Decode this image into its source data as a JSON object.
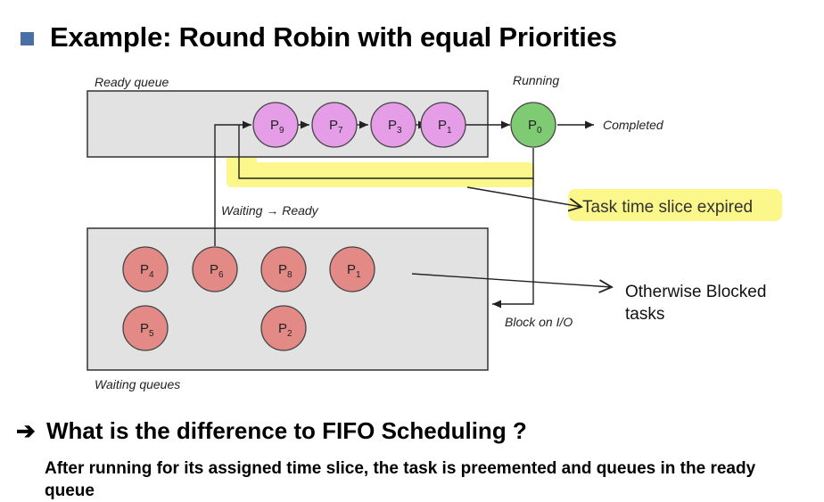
{
  "title": "Example: Round Robin with equal Priorities",
  "diagram": {
    "ready_queue_label": "Ready queue",
    "running_label": "Running",
    "completed_label": "Completed",
    "waiting_ready_label": "Waiting → Ready",
    "waiting_queues_label": "Waiting queues",
    "block_io_label": "Block on I/O",
    "time_slice_label": "Task time slice expired",
    "blocked_label_line1": "Otherwise Blocked",
    "blocked_label_line2": "tasks",
    "highlight_color": "#fbf78a",
    "ready_processes": [
      {
        "main": "P",
        "sub": "9"
      },
      {
        "main": "P",
        "sub": "7"
      },
      {
        "main": "P",
        "sub": "3"
      },
      {
        "main": "P",
        "sub": "1"
      }
    ],
    "running_process": {
      "main": "P",
      "sub": "0"
    },
    "waiting_processes": [
      {
        "main": "P",
        "sub": "4"
      },
      {
        "main": "P",
        "sub": "6"
      },
      {
        "main": "P",
        "sub": "8"
      },
      {
        "main": "P",
        "sub": "1"
      },
      {
        "main": "P",
        "sub": "5"
      },
      {
        "main": "P",
        "sub": "2"
      }
    ],
    "colors": {
      "ready_fill": "#e59de8",
      "running_fill": "#7fcb74",
      "waiting_fill": "#e38a86",
      "queue_box_fill": "#e2e2e2"
    }
  },
  "question": "What is the difference to FIFO Scheduling ?",
  "answer": "After running for its assigned time slice, the task is preemented and queues in the ready queue"
}
